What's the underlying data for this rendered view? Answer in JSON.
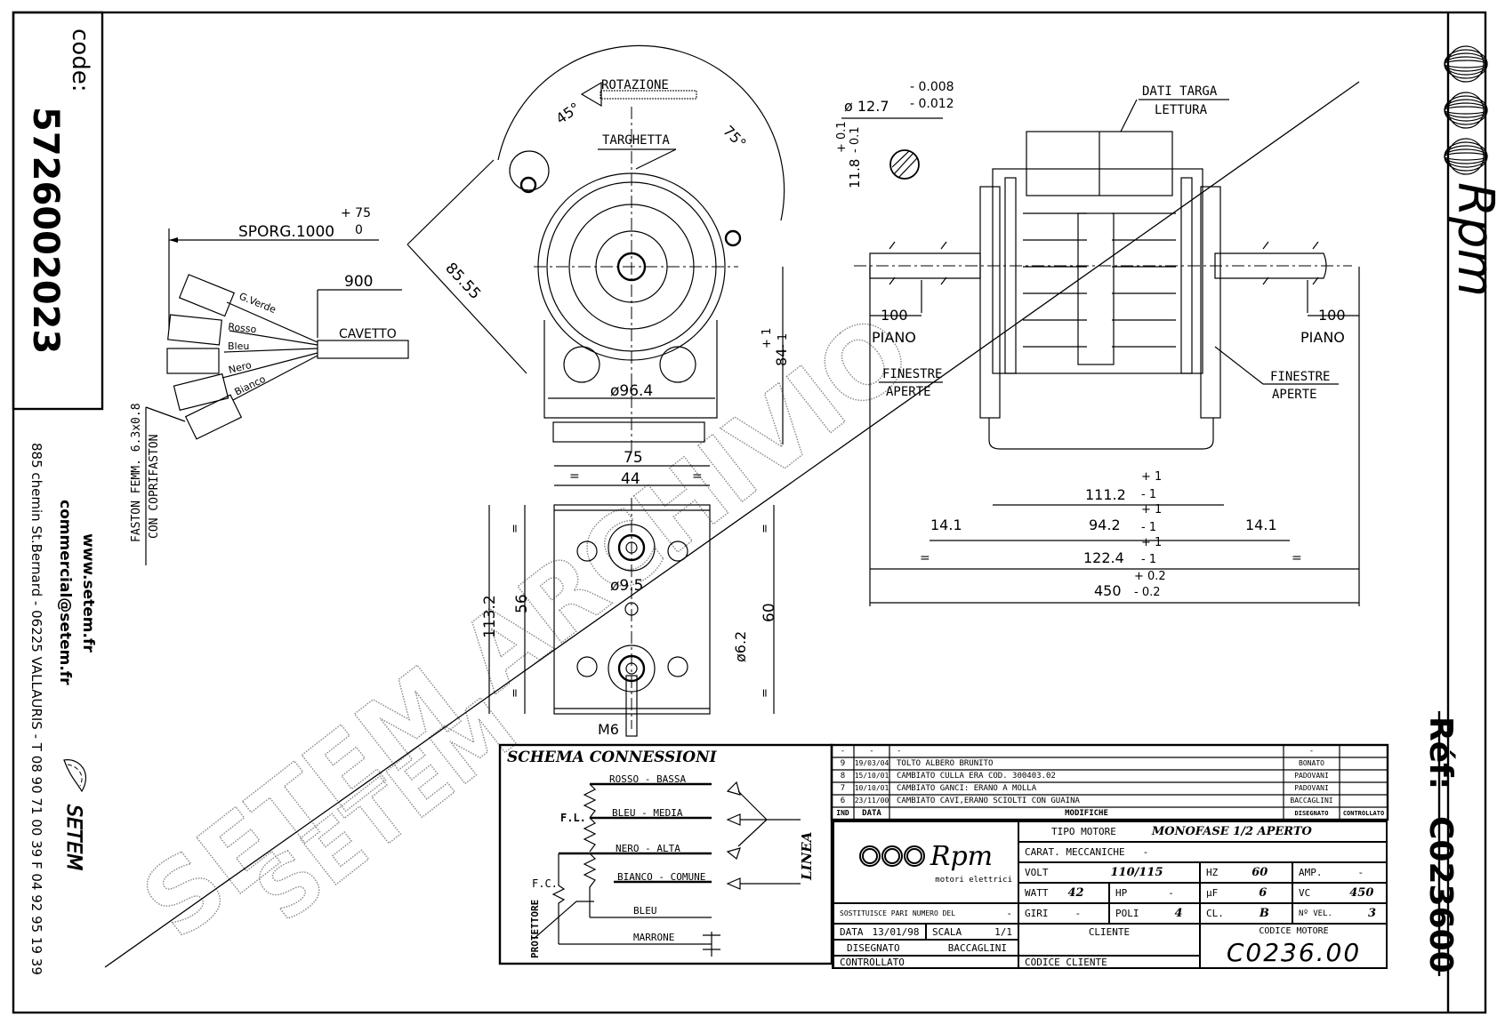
{
  "left_panel": {
    "code_label": "code:",
    "code_value": "5726002023",
    "website": "www.setem.fr",
    "email": "commercial@setem.fr",
    "address": "885 chemin St.Bernard  -  06225 VALLAURIS  -  T 08 90 71 00 39   F 04 92 95 19 39",
    "company": "SETEM"
  },
  "right_panel": {
    "brand": "Rpm",
    "ref_label": "Réf:",
    "ref_value": "C023600"
  },
  "watermark": {
    "line1": "SETEM ARCHIVIO",
    "line2": "SETEM"
  },
  "cable": {
    "sporg_label": "SPORG.1000",
    "sporg_tol_plus": "+ 75",
    "sporg_tol_minus": "0",
    "length_900": "900",
    "cavetto": "CAVETTO",
    "wires": [
      "G.Verde",
      "Rosso",
      "Bleu",
      "Nero",
      "Bianco"
    ],
    "faston_line1": "FASTON FEMM. 6.3x0.8",
    "faston_line2": "CON COPRIFASTON"
  },
  "front_view": {
    "rotazione": "ROTAZIONE",
    "angle_45": "45°",
    "angle_75": "75°",
    "targhetta": "TARGHETTA",
    "dim_85_55": "85.55",
    "dim_96_4": "ø96.4",
    "dim_84": "84",
    "dim_84_tol_plus": "+ 1",
    "dim_84_tol_minus": "- 1"
  },
  "bracket_view": {
    "dim_75": "75",
    "dim_44": "44",
    "eq": "=",
    "dim_113_2": "113.2",
    "dim_56": "56",
    "dim_9_5": "ø9.5",
    "dim_60": "60",
    "dim_6_2": "ø6.2",
    "thread_m6": "M6"
  },
  "shaft_section": {
    "diameter": "ø 12.7",
    "tol_upper": "- 0.008",
    "tol_lower": "- 0.012",
    "flat": "11.8",
    "flat_tol_plus": "+ 0.1",
    "flat_tol_minus": "- 0.1"
  },
  "side_view": {
    "dati_targa": "DATI TARGA",
    "lettura": "LETTURA",
    "piano_left_dim": "100",
    "piano_left": "PIANO",
    "piano_right_dim": "100",
    "piano_right": "PIANO",
    "finestre_left_1": "FINESTRE",
    "finestre_left_2": "APERTE",
    "finestre_right_1": "FINESTRE",
    "finestre_right_2": "APERTE",
    "dim_111_2": "111.2",
    "dim_94_2": "94.2",
    "dim_122_4": "122.4",
    "tol_plus_1": "+ 1",
    "tol_minus_1": "- 1",
    "dim_14_1_left": "14.1",
    "dim_14_1_right": "14.1",
    "eq": "=",
    "dim_450": "450",
    "dim_450_tol_plus": "+ 0.2",
    "dim_450_tol_minus": "- 0.2"
  },
  "schema": {
    "title": "SCHEMA CONNESSIONI",
    "rosso": "ROSSO - BASSA",
    "bleu_media": "BLEU - MEDIA",
    "nero": "NERO - ALTA",
    "bianco": "BIANCO - COMUNE",
    "bleu": "BLEU",
    "marrone": "MARRONE",
    "fl": "F.L.",
    "fc": "F.C.",
    "protettore": "PROTETTORE",
    "linea": "LINEA"
  },
  "revisions": {
    "header_row": {
      "ind": "-",
      "data": "-",
      "mod": "-",
      "dis": "-",
      "con": ""
    },
    "rows": [
      {
        "ind": "9",
        "data": "19/03/04",
        "mod": "TOLTO ALBERO BRUNITO",
        "dis": "BONATO",
        "con": ""
      },
      {
        "ind": "8",
        "data": "15/10/01",
        "mod": "CAMBIATO CULLA ERA COD. 300403.02",
        "dis": "PADOVANI",
        "con": ""
      },
      {
        "ind": "7",
        "data": "10/10/01",
        "mod": "CAMBIATO GANCI: ERANO A MOLLA",
        "dis": "PADOVANI",
        "con": ""
      },
      {
        "ind": "6",
        "data": "23/11/00",
        "mod": "CAMBIATO CAVI,ERANO SCIOLTI CON GUAINA",
        "dis": "BACCAGLINI",
        "con": ""
      }
    ],
    "columns": {
      "ind": "IND",
      "data": "DATA",
      "mod": "MODIFICHE",
      "dis": "DISEGNATO",
      "con": "CONTROLLATO"
    }
  },
  "title_block": {
    "logo_text": "Rpm",
    "logo_sub": "motori elettrici",
    "tipo_motore_label": "TIPO MOTORE",
    "tipo_motore_value": "MONOFASE 1/2 APERTO",
    "carat_label": "CARAT. MECCANICHE",
    "carat_value": "-",
    "volt_label": "VOLT",
    "volt_value": "110/115",
    "hz_label": "HZ",
    "hz_value": "60",
    "amp_label": "AMP.",
    "amp_value": "-",
    "watt_label": "WATT",
    "watt_value": "42",
    "hp_label": "HP",
    "hp_value": "-",
    "uf_label": "µF",
    "uf_value": "6",
    "vc_label": "VC",
    "vc_value": "450",
    "sost_label": "SOSTITUISCE PARI NUMERO DEL",
    "sost_value": "-",
    "giri_label": "GIRI",
    "giri_value": "-",
    "poli_label": "POLI",
    "poli_value": "4",
    "cl_label": "CL.",
    "cl_value": "B",
    "nvel_label": "Nº VEL.",
    "nvel_value": "3",
    "data_label": "DATA",
    "data_value": "13/01/98",
    "scala_label": "SCALA",
    "scala_value": "1/1",
    "disegnato_label": "DISEGNATO",
    "disegnato_value": "BACCAGLINI",
    "controllato_label": "CONTROLLATO",
    "cliente_label": "CLIENTE",
    "codice_cliente_label": "CODICE CLIENTE",
    "codice_motore_label": "CODICE MOTORE",
    "codice_motore_value": "C0236.00"
  }
}
